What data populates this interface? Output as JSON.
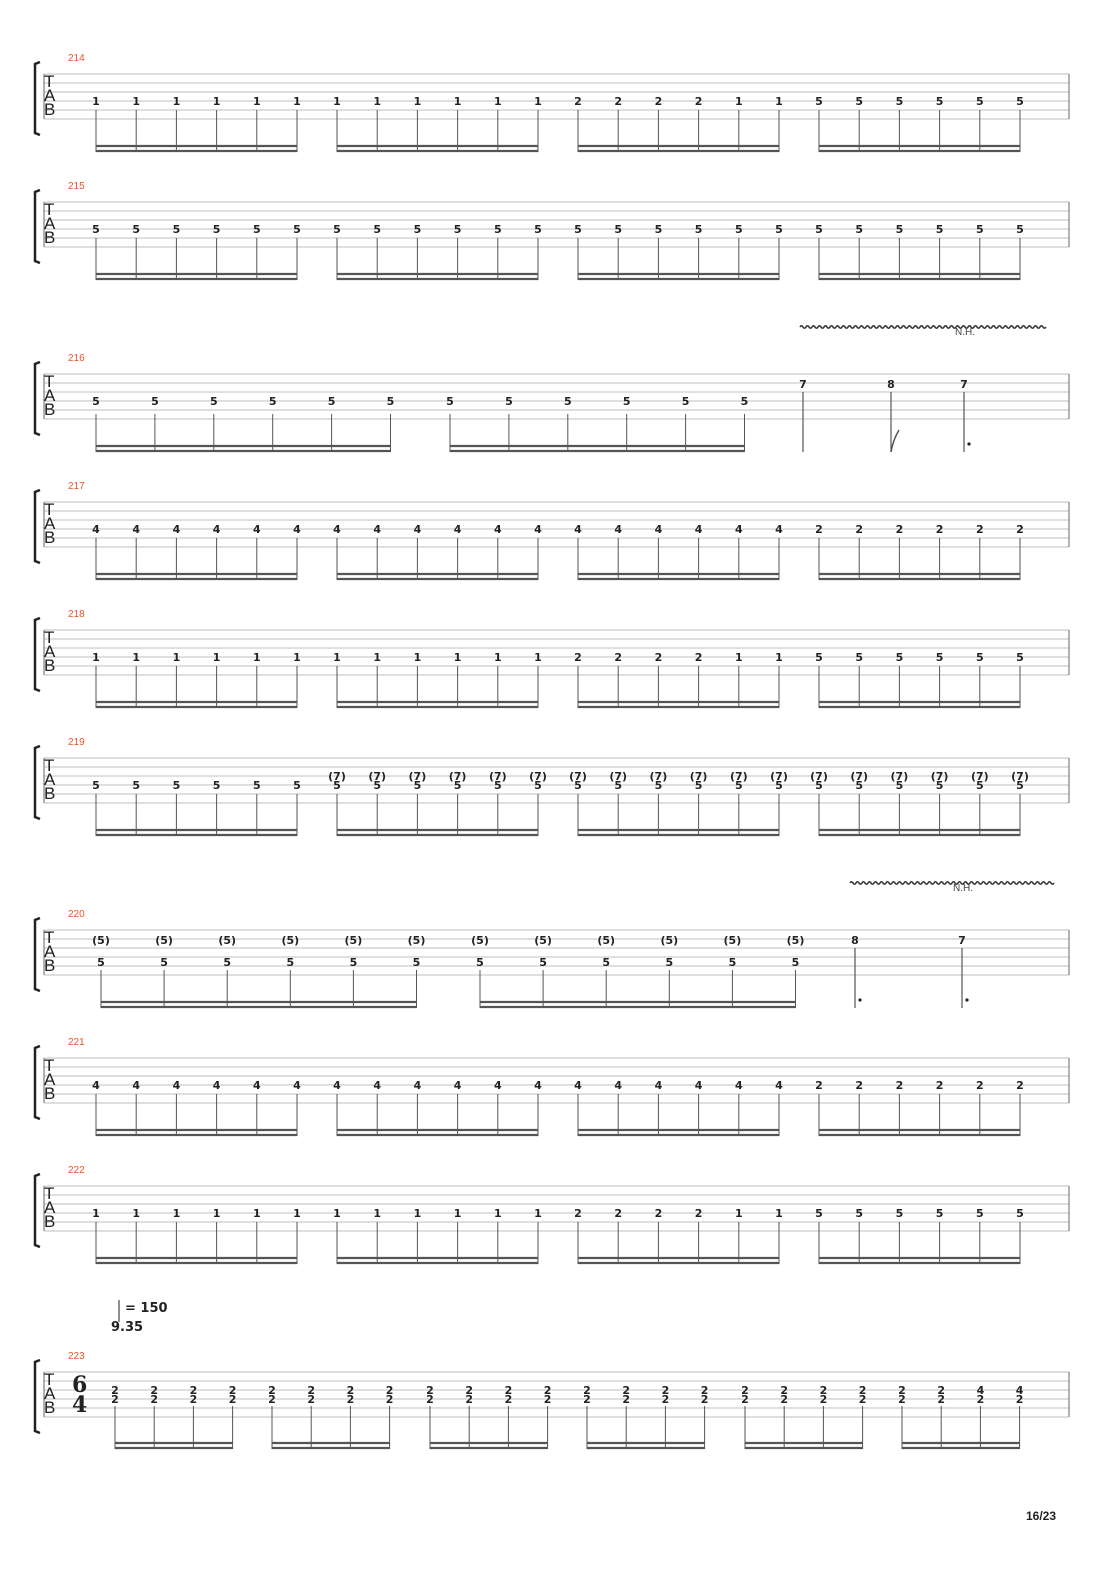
{
  "page_number": "16/23",
  "tab_labels": [
    "T",
    "A",
    "B"
  ],
  "nh_label": "N.H.",
  "tempo": {
    "equals": "= 150",
    "sub": "9.35"
  },
  "time_signature": {
    "top": "6",
    "bottom": "4"
  },
  "systems": [
    {
      "measure": "214",
      "type": "sixteenths",
      "groups": [
        {
          "notes": [
            [
              "1"
            ],
            [
              "1"
            ],
            [
              "1"
            ],
            [
              "1"
            ],
            [
              "1"
            ],
            [
              "1"
            ]
          ]
        },
        {
          "notes": [
            [
              "1"
            ],
            [
              "1"
            ],
            [
              "1"
            ],
            [
              "1"
            ],
            [
              "1"
            ],
            [
              "1"
            ]
          ]
        },
        {
          "notes": [
            [
              "2"
            ],
            [
              "2"
            ],
            [
              "2"
            ],
            [
              "2"
            ],
            [
              "1"
            ],
            [
              "1"
            ]
          ]
        },
        {
          "notes": [
            [
              "5"
            ],
            [
              "5"
            ],
            [
              "5"
            ],
            [
              "5"
            ],
            [
              "5"
            ],
            [
              "5"
            ]
          ]
        }
      ]
    },
    {
      "measure": "215",
      "type": "sixteenths",
      "groups": [
        {
          "notes": [
            [
              "5"
            ],
            [
              "5"
            ],
            [
              "5"
            ],
            [
              "5"
            ],
            [
              "5"
            ],
            [
              "5"
            ]
          ]
        },
        {
          "notes": [
            [
              "5"
            ],
            [
              "5"
            ],
            [
              "5"
            ],
            [
              "5"
            ],
            [
              "5"
            ],
            [
              "5"
            ]
          ]
        },
        {
          "notes": [
            [
              "5"
            ],
            [
              "5"
            ],
            [
              "5"
            ],
            [
              "5"
            ],
            [
              "5"
            ],
            [
              "5"
            ]
          ]
        },
        {
          "notes": [
            [
              "5"
            ],
            [
              "5"
            ],
            [
              "5"
            ],
            [
              "5"
            ],
            [
              "5"
            ],
            [
              "5"
            ]
          ]
        }
      ]
    },
    {
      "measure": "216",
      "type": "harmonics",
      "vibrato": true,
      "groups": [
        {
          "notes": [
            [
              "5"
            ],
            [
              "5"
            ],
            [
              "5"
            ],
            [
              "5"
            ],
            [
              "5"
            ],
            [
              "5"
            ]
          ]
        },
        {
          "notes": [
            [
              "5"
            ],
            [
              "5"
            ],
            [
              "5"
            ],
            [
              "5"
            ],
            [
              "5"
            ],
            [
              "5"
            ]
          ]
        }
      ],
      "tail": [
        {
          "fret": "7",
          "stem": "plain"
        },
        {
          "fret": "8",
          "stem": "flag"
        },
        {
          "fret": "7",
          "stem": "dotted"
        }
      ]
    },
    {
      "measure": "217",
      "type": "sixteenths",
      "groups": [
        {
          "notes": [
            [
              "4"
            ],
            [
              "4"
            ],
            [
              "4"
            ],
            [
              "4"
            ],
            [
              "4"
            ],
            [
              "4"
            ]
          ]
        },
        {
          "notes": [
            [
              "4"
            ],
            [
              "4"
            ],
            [
              "4"
            ],
            [
              "4"
            ],
            [
              "4"
            ],
            [
              "4"
            ]
          ]
        },
        {
          "notes": [
            [
              "4"
            ],
            [
              "4"
            ],
            [
              "4"
            ],
            [
              "4"
            ],
            [
              "4"
            ],
            [
              "4"
            ]
          ]
        },
        {
          "notes": [
            [
              "2"
            ],
            [
              "2"
            ],
            [
              "2"
            ],
            [
              "2"
            ],
            [
              "2"
            ],
            [
              "2"
            ]
          ]
        }
      ]
    },
    {
      "measure": "218",
      "type": "sixteenths",
      "groups": [
        {
          "notes": [
            [
              "1"
            ],
            [
              "1"
            ],
            [
              "1"
            ],
            [
              "1"
            ],
            [
              "1"
            ],
            [
              "1"
            ]
          ]
        },
        {
          "notes": [
            [
              "1"
            ],
            [
              "1"
            ],
            [
              "1"
            ],
            [
              "1"
            ],
            [
              "1"
            ],
            [
              "1"
            ]
          ]
        },
        {
          "notes": [
            [
              "2"
            ],
            [
              "2"
            ],
            [
              "2"
            ],
            [
              "2"
            ],
            [
              "1"
            ],
            [
              "1"
            ]
          ]
        },
        {
          "notes": [
            [
              "5"
            ],
            [
              "5"
            ],
            [
              "5"
            ],
            [
              "5"
            ],
            [
              "5"
            ],
            [
              "5"
            ]
          ]
        }
      ]
    },
    {
      "measure": "219",
      "type": "sixteenths",
      "groups": [
        {
          "notes": [
            [
              "5"
            ],
            [
              "5"
            ],
            [
              "5"
            ],
            [
              "5"
            ],
            [
              "5"
            ],
            [
              "5"
            ]
          ]
        },
        {
          "notes": [
            [
              "(7)",
              "5"
            ],
            [
              "(7)",
              "5"
            ],
            [
              "(7)",
              "5"
            ],
            [
              "(7)",
              "5"
            ],
            [
              "(7)",
              "5"
            ],
            [
              "(7)",
              "5"
            ]
          ]
        },
        {
          "notes": [
            [
              "(7)",
              "5"
            ],
            [
              "(7)",
              "5"
            ],
            [
              "(7)",
              "5"
            ],
            [
              "(7)",
              "5"
            ],
            [
              "(7)",
              "5"
            ],
            [
              "(7)",
              "5"
            ]
          ]
        },
        {
          "notes": [
            [
              "(7)",
              "5"
            ],
            [
              "(7)",
              "5"
            ],
            [
              "(7)",
              "5"
            ],
            [
              "(7)",
              "5"
            ],
            [
              "(7)",
              "5"
            ],
            [
              "(7)",
              "5"
            ]
          ]
        }
      ]
    },
    {
      "measure": "220",
      "type": "harmonics",
      "vibrato": true,
      "groups": [
        {
          "notes": [
            [
              "(5)",
              "5"
            ],
            [
              "(5)",
              "5"
            ],
            [
              "(5)",
              "5"
            ],
            [
              "(5)",
              "5"
            ],
            [
              "(5)",
              "5"
            ],
            [
              "(5)",
              "5"
            ]
          ]
        },
        {
          "notes": [
            [
              "(5)",
              "5"
            ],
            [
              "(5)",
              "5"
            ],
            [
              "(5)",
              "5"
            ],
            [
              "(5)",
              "5"
            ],
            [
              "(5)",
              "5"
            ],
            [
              "(5)",
              "5"
            ]
          ]
        }
      ],
      "tail": [
        {
          "fret": "8",
          "stem": "dotted"
        },
        {
          "fret": "7",
          "stem": "dotted"
        }
      ]
    },
    {
      "measure": "221",
      "type": "sixteenths",
      "groups": [
        {
          "notes": [
            [
              "4"
            ],
            [
              "4"
            ],
            [
              "4"
            ],
            [
              "4"
            ],
            [
              "4"
            ],
            [
              "4"
            ]
          ]
        },
        {
          "notes": [
            [
              "4"
            ],
            [
              "4"
            ],
            [
              "4"
            ],
            [
              "4"
            ],
            [
              "4"
            ],
            [
              "4"
            ]
          ]
        },
        {
          "notes": [
            [
              "4"
            ],
            [
              "4"
            ],
            [
              "4"
            ],
            [
              "4"
            ],
            [
              "4"
            ],
            [
              "4"
            ]
          ]
        },
        {
          "notes": [
            [
              "2"
            ],
            [
              "2"
            ],
            [
              "2"
            ],
            [
              "2"
            ],
            [
              "2"
            ],
            [
              "2"
            ]
          ]
        }
      ]
    },
    {
      "measure": "222",
      "type": "sixteenths",
      "groups": [
        {
          "notes": [
            [
              "1"
            ],
            [
              "1"
            ],
            [
              "1"
            ],
            [
              "1"
            ],
            [
              "1"
            ],
            [
              "1"
            ]
          ]
        },
        {
          "notes": [
            [
              "1"
            ],
            [
              "1"
            ],
            [
              "1"
            ],
            [
              "1"
            ],
            [
              "1"
            ],
            [
              "1"
            ]
          ]
        },
        {
          "notes": [
            [
              "2"
            ],
            [
              "2"
            ],
            [
              "2"
            ],
            [
              "2"
            ],
            [
              "1"
            ],
            [
              "1"
            ]
          ]
        },
        {
          "notes": [
            [
              "5"
            ],
            [
              "5"
            ],
            [
              "5"
            ],
            [
              "5"
            ],
            [
              "5"
            ],
            [
              "5"
            ]
          ]
        }
      ]
    },
    {
      "measure": "223",
      "type": "sixfour",
      "groups": [
        {
          "notes": [
            [
              "2",
              "2"
            ],
            [
              "2",
              "2"
            ],
            [
              "2",
              "2"
            ],
            [
              "2",
              "2"
            ]
          ]
        },
        {
          "notes": [
            [
              "2",
              "2"
            ],
            [
              "2",
              "2"
            ],
            [
              "2",
              "2"
            ],
            [
              "2",
              "2"
            ]
          ]
        },
        {
          "notes": [
            [
              "2",
              "2"
            ],
            [
              "2",
              "2"
            ],
            [
              "2",
              "2"
            ],
            [
              "2",
              "2"
            ]
          ]
        },
        {
          "notes": [
            [
              "2",
              "2"
            ],
            [
              "2",
              "2"
            ],
            [
              "2",
              "2"
            ],
            [
              "2",
              "2"
            ]
          ]
        },
        {
          "notes": [
            [
              "2",
              "2"
            ],
            [
              "2",
              "2"
            ],
            [
              "2",
              "2"
            ],
            [
              "2",
              "2"
            ]
          ]
        },
        {
          "notes": [
            [
              "2",
              "2"
            ],
            [
              "2",
              "2"
            ],
            [
              "4",
              "2"
            ],
            [
              "4",
              "2"
            ]
          ]
        }
      ]
    }
  ]
}
